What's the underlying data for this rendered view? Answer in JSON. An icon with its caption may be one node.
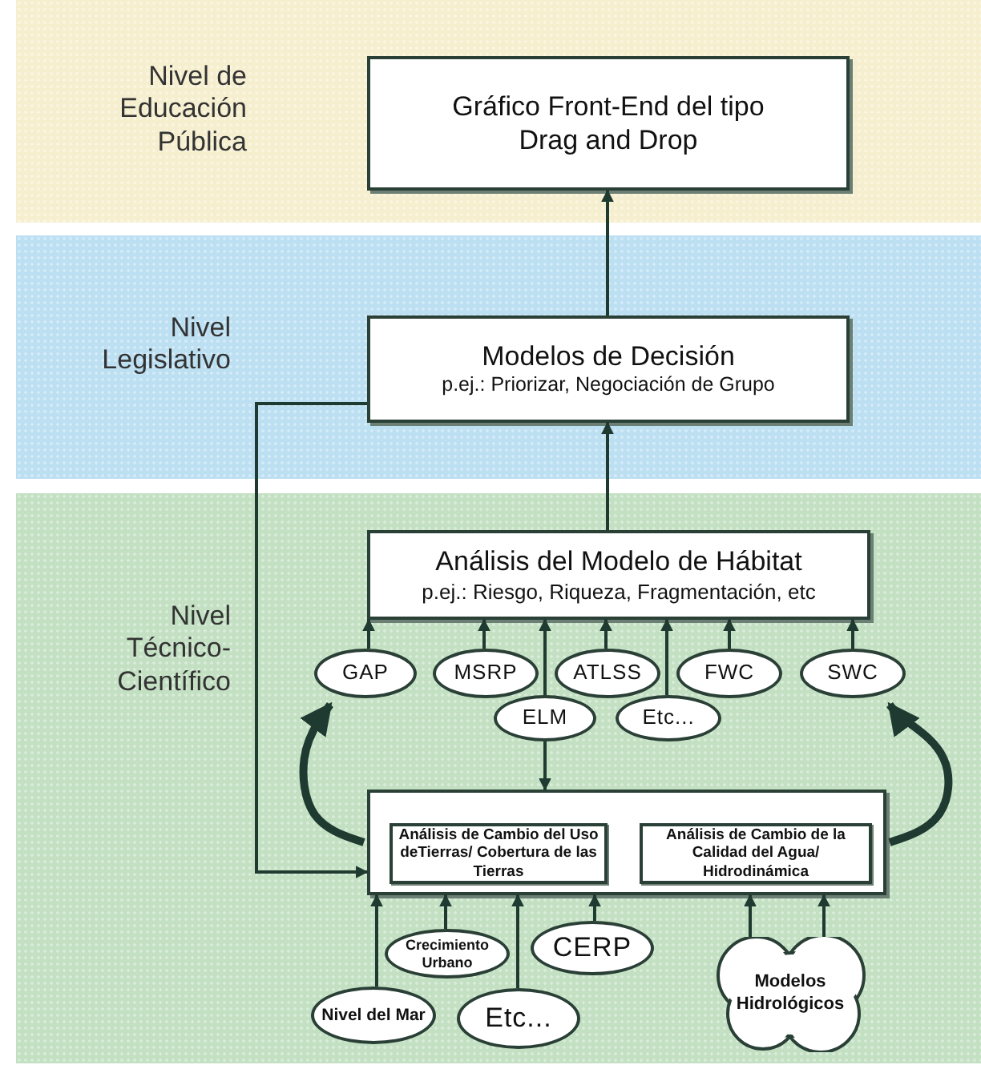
{
  "diagram": {
    "nodes": [
      {
        "text": [
          "Nivel de Educación Pública"
        ]
      },
      {
        "text": [
          "Gráfico Front-End del tipo Drag and Drop"
        ],
        "in": 0
      },
      {
        "text": [
          "Nivel Legislativo"
        ]
      },
      {
        "text": [
          "Modelos de Decisión",
          "p.ej.: Priorizar, Negociación de Grupo"
        ],
        "in": 2
      },
      {
        "text": [
          "Nivel Técnico-Científico"
        ]
      },
      {
        "text": [
          "Análisis del Modelo de Hábitat",
          "p.ej.: Riesgo, Riqueza, Fragmentación, etc"
        ],
        "in": 4
      },
      {
        "text": [
          "GAP"
        ],
        "in": 4
      },
      {
        "text": [
          "MSRP"
        ],
        "in": 4
      },
      {
        "text": [
          "ATLSS"
        ],
        "in": 4
      },
      {
        "text": [
          "FWC"
        ],
        "in": 4
      },
      {
        "text": [
          "SWC"
        ],
        "in": 4
      },
      {
        "text": [
          "ELM"
        ],
        "in": 4
      },
      {
        "text": [
          "Etc..."
        ],
        "in": 4
      },
      {
        "text": [],
        "shape": "box",
        "in": 4
      },
      {
        "text": [
          "Análisis de Cambio del Uso deTierras/ Cobertura de las Tierras"
        ],
        "in": 13
      },
      {
        "text": [
          "Análisis de Cambio de la Calidad del Agua/ Hidrodinámica"
        ],
        "in": 13
      },
      {
        "text": [
          "Crecimiento Urbano"
        ],
        "in": 4
      },
      {
        "text": [
          "CERP"
        ],
        "in": 4
      },
      {
        "text": [
          "Nivel del Mar"
        ],
        "in": 4
      },
      {
        "text": [
          "Etc..."
        ],
        "in": 4
      },
      {
        "text": [
          "Modelos Hidrológicos"
        ],
        "in": 4
      }
    ],
    "edges": [
      {
        "from": 3,
        "to": 1,
        "arrow": "to"
      },
      {
        "from": 5,
        "to": 3,
        "arrow": "to"
      },
      {
        "from": 6,
        "to": 5,
        "arrow": "to"
      },
      {
        "from": 7,
        "to": 5,
        "arrow": "to"
      },
      {
        "from": 11,
        "to": 5,
        "arrow": "to"
      },
      {
        "from": 8,
        "to": 5,
        "arrow": "to"
      },
      {
        "from": 12,
        "to": 5,
        "arrow": "to"
      },
      {
        "from": 9,
        "to": 5,
        "arrow": "to"
      },
      {
        "from": 10,
        "to": 5,
        "arrow": "to"
      },
      {
        "from": 11,
        "to": 13,
        "arrow": "to"
      },
      {
        "from": 3,
        "to": 13,
        "arrow": "to"
      },
      {
        "from": 13,
        "to": 6,
        "arrow": "to",
        "style": "thick"
      },
      {
        "from": 13,
        "to": 10,
        "arrow": "to",
        "style": "thick"
      },
      {
        "from": 18,
        "to": 13,
        "arrow": "to"
      },
      {
        "from": 16,
        "to": 13,
        "arrow": "to"
      },
      {
        "from": 19,
        "to": 13,
        "arrow": "to"
      },
      {
        "from": 17,
        "to": 13,
        "arrow": "to"
      },
      {
        "from": 20,
        "to": 13,
        "arrow": "to"
      },
      {
        "from": 20,
        "to": 13,
        "arrow": "to"
      }
    ]
  }
}
